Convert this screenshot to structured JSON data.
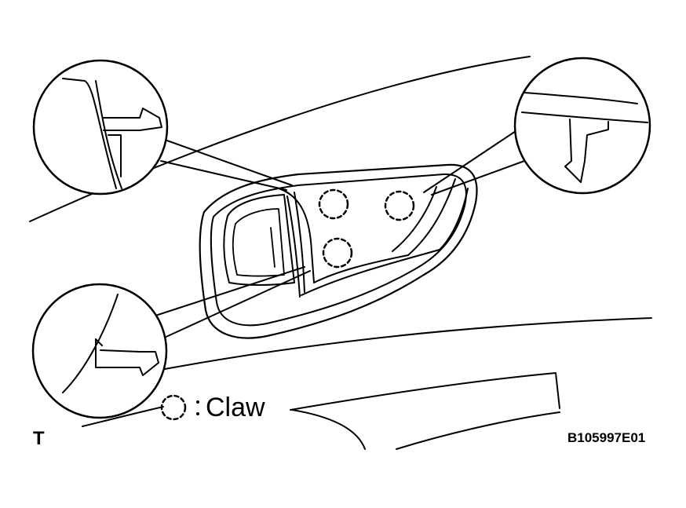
{
  "legend": {
    "symbol": ":",
    "label": "Claw"
  },
  "corner_mark": "T",
  "figure_code": "B105997E01",
  "colors": {
    "line": "#000000",
    "background": "#ffffff"
  }
}
